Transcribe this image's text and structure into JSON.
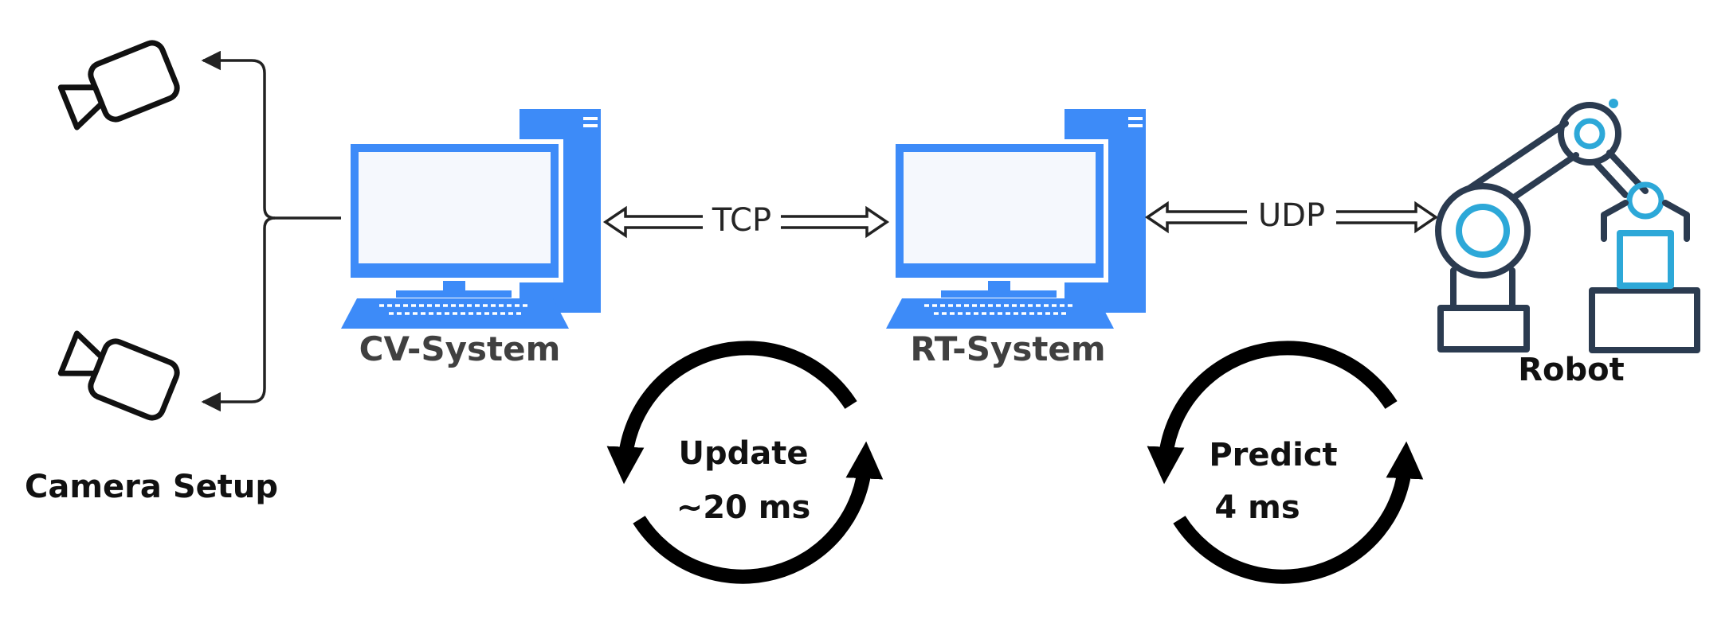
{
  "camera_setup": {
    "label": "Camera Setup",
    "icon": "video-camera-icon"
  },
  "cv_system": {
    "label": "CV-System",
    "icon": "desktop-computer-icon"
  },
  "rt_system": {
    "label": "RT-System",
    "icon": "desktop-computer-icon"
  },
  "robot": {
    "label": "Robot",
    "icon": "robot-arm-icon"
  },
  "links": {
    "cv_rt": "TCP",
    "rt_robot": "UDP"
  },
  "cycles": {
    "update": {
      "line1": "Update",
      "line2": "~20 ms",
      "icon": "cycle-arrows-icon"
    },
    "predict": {
      "line1": "Predict",
      "line2": "4 ms",
      "icon": "cycle-arrows-icon"
    }
  },
  "colors": {
    "computer_blue": "#3d8bf8",
    "robot_dark": "#2b3b50",
    "robot_accent": "#2da8d8",
    "line_dark": "#222222"
  }
}
